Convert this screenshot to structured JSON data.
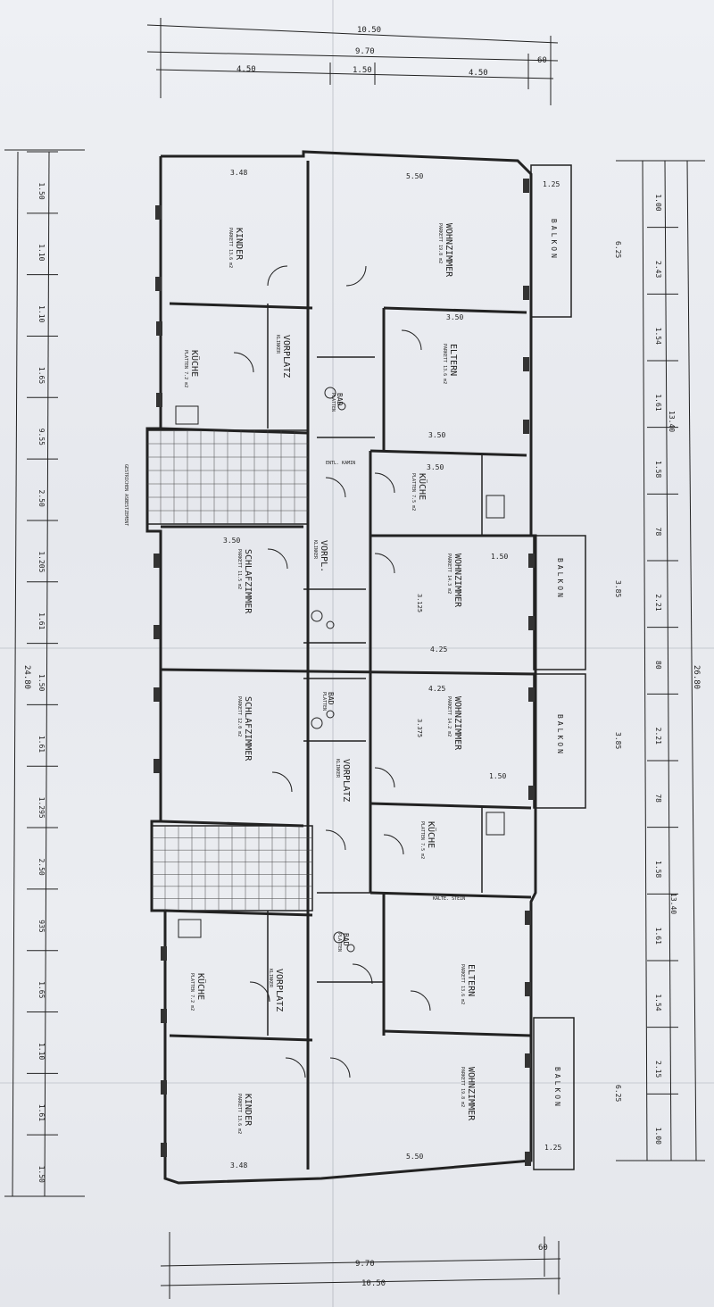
{
  "top_dims": {
    "overall": "10.50",
    "inner": "9.70",
    "left": "4.50",
    "mid": "1.50",
    "right": "4.50",
    "tail": "60"
  },
  "bottom_dims": {
    "inner": "9.70",
    "overall": "10.50",
    "tail": "60"
  },
  "left_dims": [
    "1.50",
    "1.10",
    "1.10",
    "1.65",
    "9.55",
    "2.50",
    "1.205",
    "1.61",
    "1.50",
    "1.61",
    "1.295",
    "2.50",
    "935",
    "1.65",
    "1.10",
    "1.61",
    "1.50"
  ],
  "left_total": "24.80",
  "right_dims": [
    "1.00",
    "2.43",
    "1.54",
    "1.61",
    "1.58",
    "78",
    "2.21",
    "80",
    "2.21",
    "78",
    "1.58",
    "1.61",
    "1.54",
    "2.15",
    "1.00"
  ],
  "right_total": "26.80",
  "right_sub": [
    "6.25",
    "13.40",
    "3.85",
    "3.85",
    "13.40",
    "6.25"
  ],
  "rooms": [
    {
      "name": "KINDER",
      "sub": "PARKETT 13.6 m2"
    },
    {
      "name": "WOHNZIMMER",
      "sub": "PARKETT 19.8 m2"
    },
    {
      "name": "BALKON",
      "sub": ""
    },
    {
      "name": "KÜCHE",
      "sub": "PLATTEN 7.2 m2"
    },
    {
      "name": "VORPLATZ",
      "sub": "KLINKER"
    },
    {
      "name": "BAD",
      "sub": "PLATTEN"
    },
    {
      "name": "ELTERN",
      "sub": "PARKETT 13.6 m2"
    },
    {
      "name": "KÜCHE",
      "sub": "PLATTEN 7.5 m2"
    },
    {
      "name": "VORPL.",
      "sub": "KLINKER"
    },
    {
      "name": "SCHLAFZIMMER",
      "sub": "PARKETT 11.5 m2"
    },
    {
      "name": "WOHNZIMMER",
      "sub": "PARKETT 14.3 m2"
    },
    {
      "name": "BALKON",
      "sub": ""
    },
    {
      "name": "BAD",
      "sub": "PLATTEN"
    },
    {
      "name": "SCHLAFZIMMER",
      "sub": "PARKETT 12.0 m2"
    },
    {
      "name": "WOHNZIMMER",
      "sub": "PARKETT 14.2 m2"
    },
    {
      "name": "BALKON",
      "sub": ""
    },
    {
      "name": "VORPLATZ",
      "sub": "KLINKER"
    },
    {
      "name": "KÜCHE",
      "sub": "PLATTEN 7.5 m2"
    },
    {
      "name": "BAD",
      "sub": "PLATTEN"
    },
    {
      "name": "ELTERN",
      "sub": "PARKETT 13.6 m2"
    },
    {
      "name": "KÜCHE",
      "sub": "PLATTEN 7.2 m2"
    },
    {
      "name": "VORPLATZ",
      "sub": "KLINKER"
    },
    {
      "name": "KINDER",
      "sub": "PARKETT 13.6 m2"
    },
    {
      "name": "WOHNZIMMER",
      "sub": "PARKETT 19.8 m2"
    },
    {
      "name": "BALKON",
      "sub": ""
    }
  ],
  "labels": {
    "dim_348_top": "3.48",
    "dim_550_top": "5.50",
    "dim_125_top": "1.25",
    "dim_350_a": "3.50",
    "dim_350_b": "3.50",
    "dim_350_c": "3.50",
    "dim_350_d": "3.50",
    "dim_425_a": "4.25",
    "dim_425_b": "4.25",
    "dim_150_a": "1.50",
    "dim_150_b": "1.50",
    "dim_348_bot": "3.48",
    "dim_550_bot": "5.50",
    "dim_125_bot": "1.25",
    "dim_3125": "3.125",
    "dim_3375": "3.375",
    "entl": "ENTL. KAMIN",
    "kalte": "KALTE. STEIN",
    "abstell": "GESTRICHEN ASBESTZEMENT"
  }
}
